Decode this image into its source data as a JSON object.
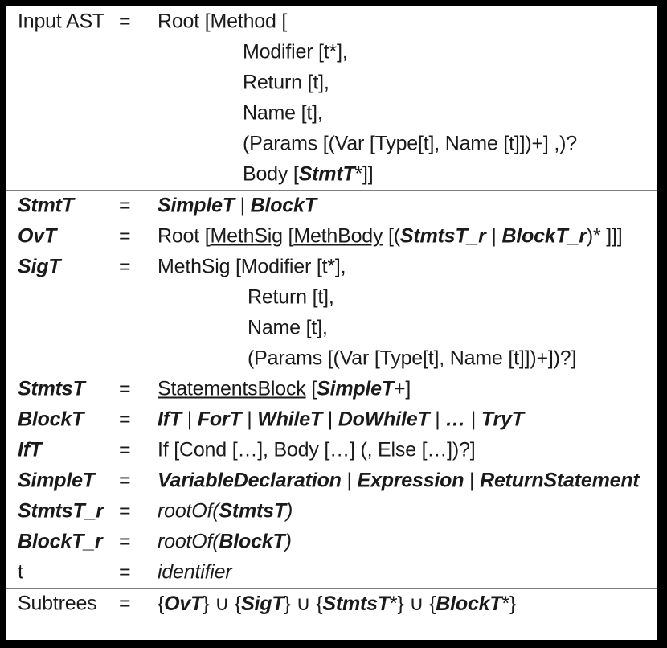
{
  "figure": {
    "kind": "grammar-specification-table",
    "background_color": "#000000",
    "panel_color": "#ffffff",
    "text_color": "#1a1a1a",
    "divider_color": "#7f7f7f"
  },
  "sections": [
    {
      "name": "input-ast-section",
      "rules": [
        {
          "lhs": "Input AST",
          "eq": "=",
          "rhs_html": "Root [Method [",
          "continuations": [
            {
              "html": "Modifier [t*],",
              "indent": "a"
            },
            {
              "html": "Return [t],",
              "indent": "a"
            },
            {
              "html": "Name [t],",
              "indent": "a"
            },
            {
              "html": "(Params [(Var [Type[t], Name [t]])+] ,)?",
              "indent": "a"
            },
            {
              "html": "Body [<span class=\"bi\">StmtT</span>*]]",
              "indent": "a"
            }
          ]
        }
      ]
    },
    {
      "name": "nonterminal-definitions-section",
      "rules": [
        {
          "lhs_html": "<span class=\"bi\">StmtT</span>",
          "eq": "=",
          "rhs_html": "<span class=\"bi\">SimpleT</span> | <span class=\"bi\">BlockT</span>",
          "continuations": []
        },
        {
          "lhs_html": "<span class=\"bi\">OvT</span>",
          "eq": "=",
          "rhs_html": "Root [<span class=\"ul\">MethSig</span> [<span class=\"ul\">MethBody</span> [(<span class=\"bi\">StmtsT_r</span> | <span class=\"bi\">BlockT_r</span>)* ]]]",
          "continuations": []
        },
        {
          "lhs_html": "<span class=\"bi\">SigT</span>",
          "eq": "=",
          "rhs_html": "MethSig [Modifier [t*],",
          "continuations": [
            {
              "html": "Return [t],",
              "indent": "b"
            },
            {
              "html": "Name [t],",
              "indent": "b"
            },
            {
              "html": "(Params [(Var [Type[t], Name [t]])+])?]",
              "indent": "b"
            }
          ]
        },
        {
          "lhs_html": "<span class=\"bi\">StmtsT</span>",
          "eq": "=",
          "rhs_html": "<span class=\"ul\">StatementsBlock</span> [<span class=\"bi\">SimpleT</span>+]",
          "continuations": []
        },
        {
          "lhs_html": "<span class=\"bi\">BlockT</span>",
          "eq": "=",
          "rhs_html": "<span class=\"bi\">IfT</span> | <span class=\"bi\">ForT</span> | <span class=\"bi\">WhileT</span> | <span class=\"bi\">DoWhileT</span> | <span class=\"bi\">…</span> | <span class=\"bi\">TryT</span>",
          "continuations": []
        },
        {
          "lhs_html": "<span class=\"bi\">IfT</span>",
          "eq": "=",
          "rhs_html": "If [Cond […], Body […] (, Else […])?]",
          "continuations": []
        },
        {
          "lhs_html": "<span class=\"bi\">SimpleT</span>",
          "eq": "=",
          "rhs_html": "<span class=\"bi\">VariableDeclaration</span> | <span class=\"bi\">Expression</span> | <span class=\"bi\">ReturnStatement</span>",
          "continuations": []
        },
        {
          "lhs_html": "<span class=\"bi\">StmtsT_r</span>",
          "eq": "=",
          "rhs_html": "<span class=\"it\">rootOf(</span><span class=\"bi\">StmtsT</span><span class=\"it\">)</span>",
          "continuations": []
        },
        {
          "lhs_html": "<span class=\"bi\">BlockT_r</span>",
          "eq": "=",
          "rhs_html": "<span class=\"it\">rootOf(</span><span class=\"bi\">BlockT</span><span class=\"it\">)</span>",
          "continuations": []
        },
        {
          "lhs_html": "t",
          "eq": "=",
          "rhs_html": "<span class=\"it\">identifier</span>",
          "continuations": []
        }
      ]
    },
    {
      "name": "subtrees-section",
      "rules": [
        {
          "lhs_html": "Subtrees",
          "eq": "=",
          "rhs_html": "{<span class=\"bi\">OvT</span>} ∪ {<span class=\"bi\">SigT</span>} ∪ {<span class=\"bi\">StmtsT</span>*} ∪ {<span class=\"bi\">BlockT</span>*}",
          "continuations": []
        }
      ]
    }
  ],
  "plain_text_lines": [
    "Input AST = Root [Method [",
    "Modifier [t*],",
    "Return [t],",
    "Name [t],",
    "(Params [(Var [Type[t], Name [t]])+] ,)?",
    "Body [StmtT*]]",
    "StmtT = SimpleT | BlockT",
    "OvT = Root [MethSig [MethBody [(StmtsT_r | BlockT_r)* ]]]",
    "SigT = MethSig [Modifier [t*],",
    "Return [t],",
    "Name [t],",
    "(Params [(Var [Type[t], Name [t]])+])?]",
    "StmtsT = StatementsBlock [SimpleT+]",
    "BlockT = IfT | ForT | WhileT | DoWhileT | … | TryT",
    "IfT = If [Cond […], Body […] (, Else […])?]",
    "SimpleT = VariableDeclaration | Expression | ReturnStatement",
    "StmtsT_r = rootOf(StmtsT)",
    "BlockT_r = rootOf(BlockT)",
    "t = identifier",
    "Subtrees = {OvT} ∪ {SigT} ∪ {StmtsT*} ∪ {BlockT*}"
  ]
}
